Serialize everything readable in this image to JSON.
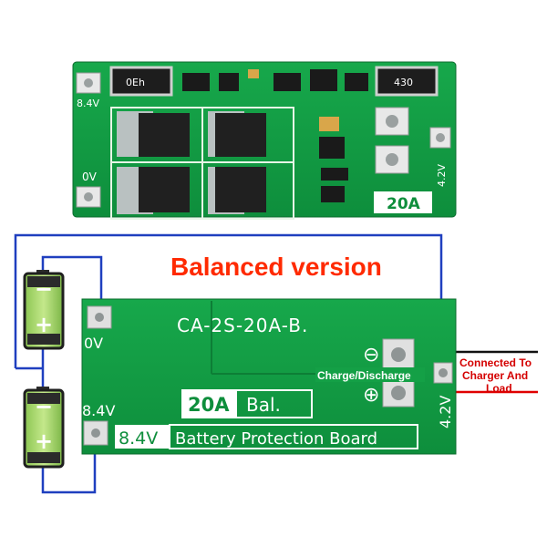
{
  "headline": "Balanced version",
  "top_board": {
    "pad_labels": {
      "left_top": "8.4V",
      "left_bottom": "0V",
      "right": "4.2V"
    },
    "resistor_left": "0Eh",
    "resistor_right": "430",
    "rating": "20A"
  },
  "bottom_board": {
    "model": "CA-2S-20A-B.",
    "rating": "20A",
    "balance": "Bal.",
    "description": "Battery Protection Board",
    "pads": {
      "zero": "0V",
      "mid": "8.4V",
      "mid_inline": "8.4V",
      "cell": "4.2V"
    },
    "charge_label": "Charge/Discharge",
    "minus_symbol": "⊖",
    "plus_symbol": "⊕"
  },
  "batteries": [
    {
      "top": "−",
      "bottom": "+"
    },
    {
      "top": "−",
      "bottom": "+"
    }
  ],
  "callout": {
    "line1": "Connected To",
    "line2": "Charger And",
    "line3": "Load"
  },
  "colors": {
    "pcb": "#14a046",
    "pcb_dark": "#0d7e36",
    "wire_blue": "#1f3fbf",
    "wire_red": "#e00000",
    "battery_green": "#a3d36b"
  }
}
